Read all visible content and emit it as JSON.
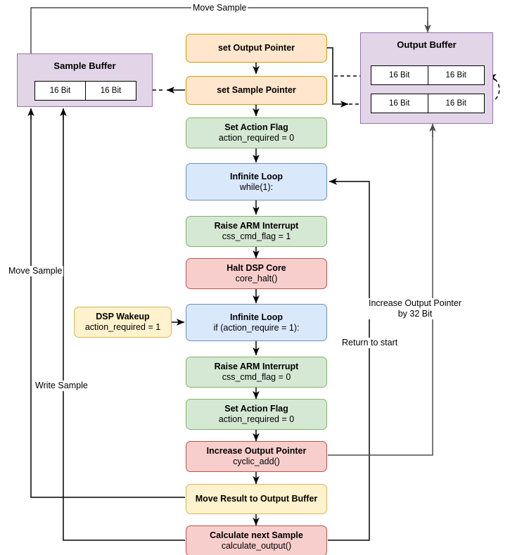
{
  "diagram": {
    "title": "DSP / ARM sample processing flowchart",
    "colors": {
      "orange_fill": "#ffe6cc",
      "orange_stroke": "#d79b00",
      "green_fill": "#d5e8d4",
      "green_stroke": "#82b366",
      "blue_fill": "#dae8fc",
      "blue_stroke": "#6c8ebf",
      "red_fill": "#f8cecc",
      "red_stroke": "#b85450",
      "yellow_fill": "#fff2cc",
      "yellow_stroke": "#d6b656",
      "buffer_fill": "#e1d5e7",
      "buffer_stroke": "#9673a6",
      "edge": "#000000",
      "edge_gray": "#4d4d4d"
    },
    "buffers": [
      {
        "id": "sample-buffer",
        "title": "Sample Buffer",
        "rows": [
          {
            "cells": [
              "16 Bit",
              "16 Bit"
            ]
          }
        ]
      },
      {
        "id": "output-buffer",
        "title": "Output Buffer",
        "rows": [
          {
            "cells": [
              "16 Bit",
              "16 Bit"
            ]
          },
          {
            "cells": [
              "16 Bit",
              "16 Bit"
            ]
          }
        ]
      }
    ],
    "nodes": [
      {
        "id": "set-output-pointer",
        "line1": "set Output Pointer",
        "line2": ""
      },
      {
        "id": "set-sample-pointer",
        "line1": "set Sample Pointer",
        "line2": ""
      },
      {
        "id": "set-action-flag-top",
        "line1": "Set Action Flag",
        "line2": "action_required = 0"
      },
      {
        "id": "infinite-loop-while",
        "line1": "Infinite Loop",
        "line2": "while(1):"
      },
      {
        "id": "raise-arm-interrupt-1",
        "line1": "Raise ARM Interrupt",
        "line2": "css_cmd_flag = 1"
      },
      {
        "id": "halt-dsp-core",
        "line1": "Halt DSP Core",
        "line2": "core_halt()"
      },
      {
        "id": "infinite-loop-if",
        "line1": "Infinite Loop",
        "line2": "if (action_require = 1):"
      },
      {
        "id": "dsp-wakeup",
        "line1": "DSP Wakeup",
        "line2": "action_required = 1"
      },
      {
        "id": "raise-arm-interrupt-0",
        "line1": "Raise ARM Interrupt",
        "line2": "css_cmd_flag = 0"
      },
      {
        "id": "set-action-flag-bottom",
        "line1": "Set Action Flag",
        "line2": "action_required = 0"
      },
      {
        "id": "increase-output-pointer",
        "line1": "Increase Output Pointer",
        "line2": "cyclic_add()"
      },
      {
        "id": "move-result",
        "line1": "Move Result to Output Buffer",
        "line2": ""
      },
      {
        "id": "calculate-next-sample",
        "line1": "Calculate next Sample",
        "line2": "calculate_output()"
      }
    ],
    "edge_labels": [
      {
        "id": "move-sample-top",
        "text": "Move Sample"
      },
      {
        "id": "move-sample-left",
        "text": "Move Sample"
      },
      {
        "id": "write-sample",
        "text": "Write Sample"
      },
      {
        "id": "increase-output-ptr-32",
        "text": "Increase Output Pointer\nby 32 Bit"
      },
      {
        "id": "return-to-start",
        "text": "Return to start"
      }
    ]
  }
}
